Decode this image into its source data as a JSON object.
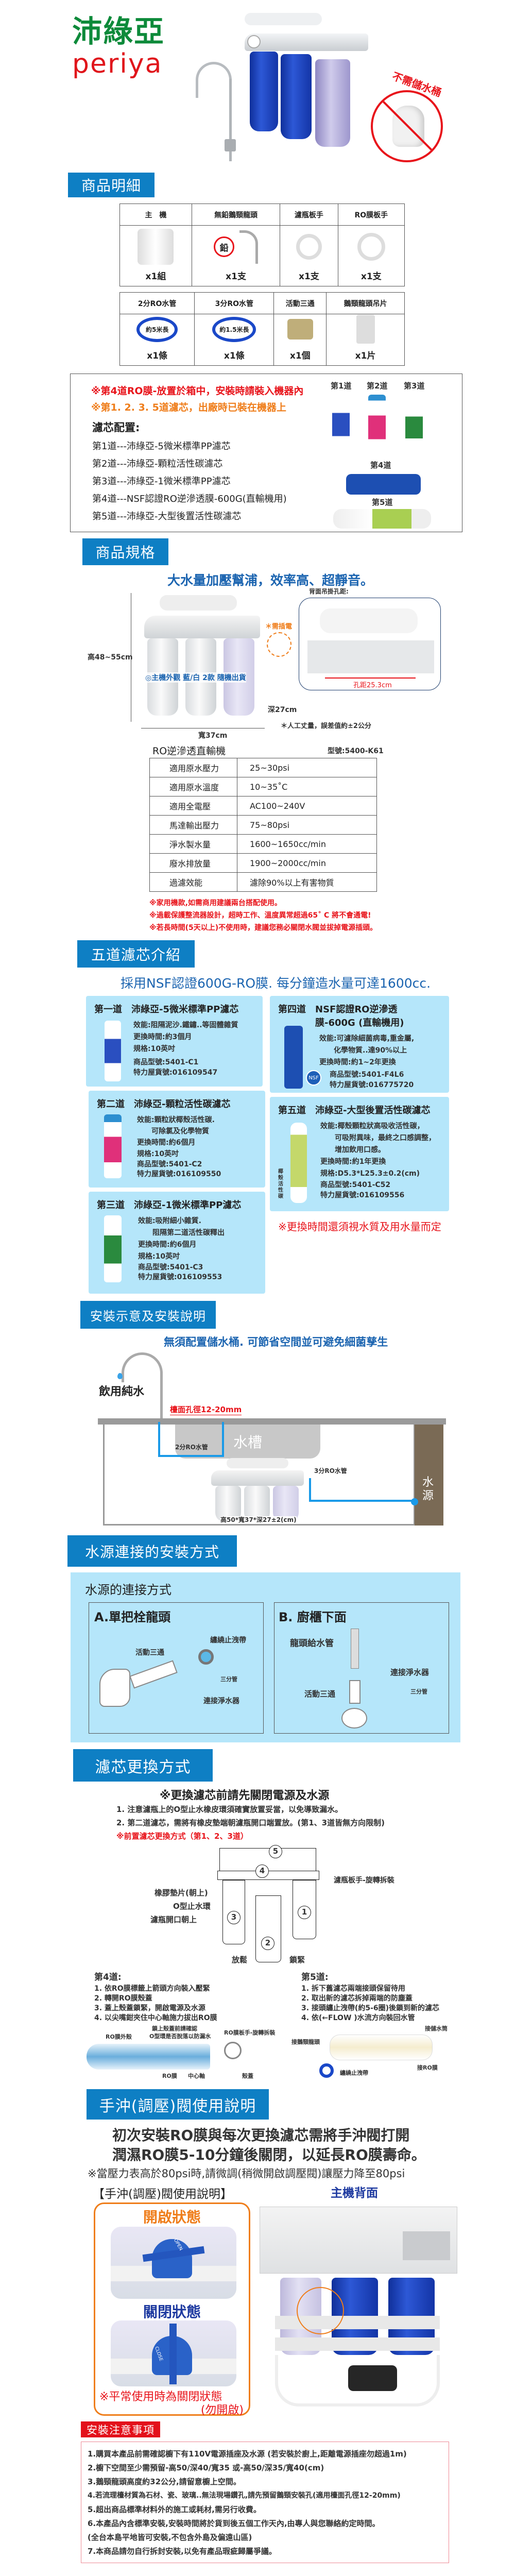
{
  "brand": {
    "name_cn": "沛綠亞",
    "name_en": "periya"
  },
  "hero": {
    "no_tank_label": "不需儲水桶"
  },
  "colors": {
    "header_blue": "#0e7fc4",
    "accent_red": "#e8141b",
    "accent_orange": "#ef7d1a",
    "card_bg": "#b5e6fa",
    "brand_green": "#0d8a3a"
  },
  "details": {
    "title": "商品明細",
    "row1": [
      {
        "name": "主　機",
        "qty": "x1組"
      },
      {
        "name": "無鉛鵝頸龍頭",
        "qty": "x1支",
        "badge": "鉛"
      },
      {
        "name": "濾瓶板手",
        "qty": "x1支"
      },
      {
        "name": "RO膜板手",
        "qty": "x1支"
      }
    ],
    "row2": [
      {
        "name": "2分RO水管",
        "qty": "x1條",
        "tag": "約5米長"
      },
      {
        "name": "3分RO水管",
        "qty": "x1條",
        "tag": "約1.5米長"
      },
      {
        "name": "活動三通",
        "qty": "x1個"
      },
      {
        "name": "鵝頸龍頭吊片",
        "qty": "x1片"
      }
    ],
    "note_red": "※第4道RO膜-放置於箱中，安裝時請裝入機器內",
    "note_orange": "※第1. 2. 3. 5道濾芯，出廠時已裝在機器上",
    "config_title": "濾芯配置:",
    "config": [
      "第1道---沛綠亞-5微米標準PP濾芯",
      "第2道---沛綠亞-顆粒活性碳濾芯",
      "第3道---沛綠亞-1微米標準PP濾芯",
      "第4道---NSF認證RO逆滲透膜-600G(直輸機用)",
      "第5道---沛綠亞-大型後置活性碳濾芯"
    ],
    "stage_labels": [
      "第1道",
      "第2道",
      "第3道",
      "第4道",
      "第5道"
    ]
  },
  "specs": {
    "title": "商品規格",
    "slogan": "大水量加壓幫浦，效率高、超靜音。",
    "back_label": "背面吊掛孔距:",
    "hole_distance": "孔距25.3cm",
    "plug_label": "＊需插電",
    "height": "高48~55cm",
    "width": "寬37cm",
    "depth": "深27cm",
    "tolerance": "＊人工丈量，誤差值約±2公分",
    "color_note": "◎主機外觀 藍/白 2款 隨機出貨",
    "table_title": "RO逆滲透直輸機",
    "model": "型號:5400-K61",
    "rows": [
      [
        "適用原水壓力",
        "25~30psi"
      ],
      [
        "適用原水溫度",
        "10~35˚C"
      ],
      [
        "適用全電壓",
        "AC100~240V"
      ],
      [
        "馬達輸出壓力",
        "75~80psi"
      ],
      [
        "淨水製水量",
        "1600~1650cc/min"
      ],
      [
        "廢水排放量",
        "1900~2000cc/min"
      ],
      [
        "過濾效能",
        "濾除90%以上有害物質"
      ]
    ],
    "notes": [
      "※家用機款,如需商用建議兩台搭配使用。",
      "※過載保護整流器設計，超時工作、溫度異常超過65˚ C 將不會通電!",
      "※若長時間(5天以上)不使用時，建議您務必關閉水閥並拔掉電源插頭。"
    ]
  },
  "filters": {
    "title": "五道濾芯介紹",
    "headline": "採用NSF認證600G-RO膜. 每分鐘造水量可達1600cc.",
    "cards": [
      {
        "stage": "第一道",
        "name": "沛綠亞-5微米標準PP濾芯",
        "lines": [
          "效能:阻隔泥沙.鐵鏽..等固體雜質",
          "更換時間:約3個月",
          "規格:10英吋",
          "商品型號:5401-C1",
          "特力屋貨號:016109547"
        ]
      },
      {
        "stage": "第二道",
        "name": "沛綠亞-顆粒活性碳濾芯",
        "lines": [
          "效能:顆粒狀椰殼活性碳.",
          "　　可除氯及化學物質",
          "更換時間:約6個月",
          "規格:10英吋",
          "商品型號:5401-C2",
          "特力屋貨號:016109550"
        ]
      },
      {
        "stage": "第三道",
        "name": "沛綠亞-1微米標準PP濾芯",
        "lines": [
          "效能:吸附細小雜質.",
          "　　阻隔第二道活性碳釋出",
          "更換時間:約6個月",
          "規格:10英吋",
          "商品型號:5401-C3",
          "特力屋貨號:016109553"
        ]
      },
      {
        "stage": "第四道",
        "name": "NSF認證RO逆滲透膜-600G (直輸機用)",
        "lines": [
          "效能:可濾除細菌病毒,重金屬,",
          "　　化學物質..達90%以上",
          "更換時間:約1~2年更換",
          "商品型號:5401-F4L6",
          "特力屋貨號:016775720"
        ],
        "badge": "NSF"
      },
      {
        "stage": "第五道",
        "name": "沛綠亞-大型後置活性碳濾芯",
        "lines": [
          "效能:椰殼顆粒狀高吸收活性碳，",
          "　　可吸附異味，最終之口感調整，",
          "　　增加飲用口感。",
          "更換時間:約1年更換",
          "規格:D5.3*L25.3±0.2(cm)",
          "商品型號:5401-C52",
          "特力屋貨號:016109556"
        ],
        "side_label": "椰殼活性碳"
      }
    ],
    "note": "※更換時間還須視水質及用水量而定"
  },
  "install": {
    "title": "安裝示意及安裝說明",
    "headline": "無須配置儲水桶. 可節省空間並可避免細菌孳生",
    "drink_label": "飲用純水",
    "hole_label": "檯面孔徑12-20mm",
    "sink_label": "水槽",
    "pipe2": "2分RO水管",
    "pipe3": "3分RO水管",
    "source_label": "水源",
    "dims": "高50*寬37*深27±2(cm)"
  },
  "water": {
    "title": "水源連接的安裝方式",
    "panel_title": "水源的連接方式",
    "a": {
      "title": "A.單把栓龍頭",
      "tee": "活動三通",
      "tape": "纏繞止洩帶",
      "pipe": "三分管",
      "connect": "連接淨水器"
    },
    "b": {
      "title": "B. 廚櫃下面",
      "hose": "龍頭給水管",
      "tee": "活動三通",
      "pipe": "三分管",
      "connect": "連接淨水器"
    }
  },
  "replace": {
    "title": "濾芯更換方式",
    "warning": "※更換濾芯前請先關閉電源及水源",
    "steps": [
      "1. 注意濾瓶上的O型止水橡皮環須確實放置妥當，以免導致漏水。",
      "2. 第二道濾芯，需將有橡皮墊端朝濾瓶開口端置放。(第1、3道皆無方向限制)"
    ],
    "front_title": "※前置濾芯更換方式（第1、2、3道）",
    "diagram": {
      "gasket": "橡膠墊片(朝上)",
      "oring": "O型止水環",
      "opening": "濾瓶開口朝上",
      "wrench": "濾瓶板手-旋轉拆裝",
      "loosen": "放鬆",
      "tighten": "鎖緊",
      "numbers": [
        "1",
        "2",
        "3",
        "4",
        "5"
      ]
    },
    "stage4": {
      "title": "第4道:",
      "steps": [
        "1. 依RO膜標籤上箭頭方向裝入壓緊",
        "2. 轉開RO膜殼蓋",
        "3. 蓋上殼蓋鎖緊，開啟電源及水源",
        "4. 以尖嘴鉗夾住中心軸施力拔出RO膜"
      ],
      "labels": [
        "RO膜外殼",
        "鎖上殼蓋前請確認",
        "O型環是否脫落以防漏水",
        "RO膜板手-旋轉拆裝",
        "RO膜",
        "中心軸",
        "殼蓋"
      ]
    },
    "stage5": {
      "title": "第5道:",
      "steps": [
        "1. 拆下舊濾芯兩端接頭保留待用",
        "2. 取出新的濾芯拆掉兩端的防塵蓋",
        "3. 接頭纏止洩帶(約5-6圈)後鎖到新的濾芯",
        "4. 依(←FLOW )水流方向裝回水管"
      ],
      "labels": [
        "接儲水筒",
        "接鵝頸龍頭",
        "接RO膜",
        "纏繞止洩帶"
      ]
    }
  },
  "flush": {
    "title": "手沖(調壓)閥使用說明",
    "line1": "初次安裝RO膜與每次更換濾芯需將手沖閥打開",
    "line2": "潤濕RO膜5-10分鐘後關閉，以延長RO膜壽命。",
    "line3": "※當壓力表高於80psi時,請微調(稍微開啟調壓閥)讓壓力降至80psi",
    "sub_title": "【手沖(調壓)閥使用說明】",
    "back_title": "主機背面",
    "open_state": "開啟狀態",
    "closed_state": "關閉狀態",
    "valve_open": "OPEN",
    "valve_close": "CLOSE",
    "normal_note": "※平常使用時為關閉狀態",
    "normal_note2": "(勿開啟)"
  },
  "notice": {
    "title": "安裝注意事項",
    "items": [
      "1.購買本產品前需確認櫥下有110V電源插座及水源 (若安裝於廚上,距離電源插座勿超過1m)",
      "2.櫥下空間至少需預留-高50/深40/寬35 或-高50/深35/寬40(cm)",
      "3.鵝頸龍頭高度約32公分,請留意櫥上空間。",
      "4.若流理檯材質為石材、瓷、玻璃..無法現場鑽孔,請先預留鵝頸安裝孔(適用檯面孔徑12-20mm)",
      "5.超出商品標準材料外的施工或耗材,需另行收費。",
      "6.本產品內含標準安裝,安裝時間將於貨到後五個工作天內,由專人與您聯絡約定時間。",
      " (全台本島平地皆可安裝,不包含外島及偏遠山區)",
      "7.本商品請勿自行拆封安裝,以免有產品瑕疵歸屬爭議。"
    ]
  }
}
